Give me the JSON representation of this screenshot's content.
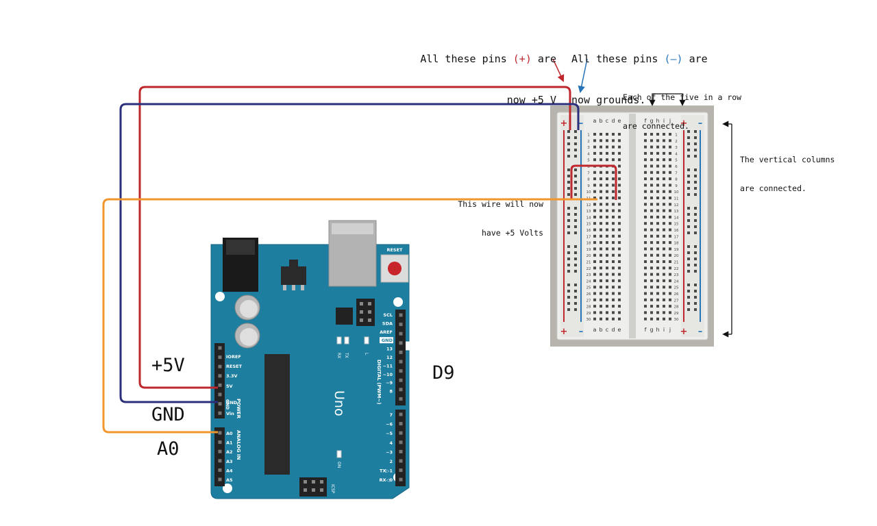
{
  "annotations": {
    "positive_rail": {
      "prefix": "All these pins ",
      "symbol": "(+)",
      "suffix": " are",
      "line2": "now +5 V"
    },
    "negative_rail": {
      "prefix": "All these pins ",
      "symbol": "(–)",
      "suffix": " are",
      "line2": "now grounds."
    },
    "rows": {
      "line1": "Each of the five in a row",
      "line2": "are connected."
    },
    "columns": {
      "line1": "The vertical columns",
      "line2": "are connected."
    },
    "wire": {
      "line1": "This wire will now",
      "line2": "have +5 Volts"
    }
  },
  "pin_labels": {
    "v5": "+5V",
    "gnd": "GND",
    "a0": "A0",
    "d9": "D9"
  },
  "wire_colors": {
    "power": "#c0272d",
    "ground": "#2b2f7a",
    "signal": "#f0962c"
  },
  "breadboard": {
    "left_columns": [
      "a",
      "b",
      "c",
      "d",
      "e"
    ],
    "right_columns": [
      "f",
      "g",
      "h",
      "i",
      "j"
    ],
    "rail_plus": "+",
    "rail_minus": "–",
    "row_count": 30
  },
  "arduino": {
    "board_name": "Uno",
    "reset_label": "RESET",
    "power_header_labels": [
      "IOREF",
      "RESET",
      "3.3V",
      "5V",
      "GND",
      "GND",
      "Vin"
    ],
    "power_section_label": "POWER",
    "analog_labels": [
      "A0",
      "A1",
      "A2",
      "A3",
      "A4",
      "A5"
    ],
    "analog_section_label": "ANALOG IN",
    "digital_top_labels": [
      "SCL",
      "SDA",
      "AREF",
      "GND",
      "13",
      "12",
      "~11",
      "~10",
      "~9",
      "8"
    ],
    "digital_bottom_labels": [
      "7",
      "~6",
      "~5",
      "4",
      "~3",
      "2",
      "TX▷1",
      "RX◁0"
    ],
    "digital_section_label": "DIGITAL (PWM~)",
    "led_labels": [
      "RX",
      "TX",
      "L"
    ],
    "on_label": "ON",
    "icsp_label": "ICSP"
  }
}
